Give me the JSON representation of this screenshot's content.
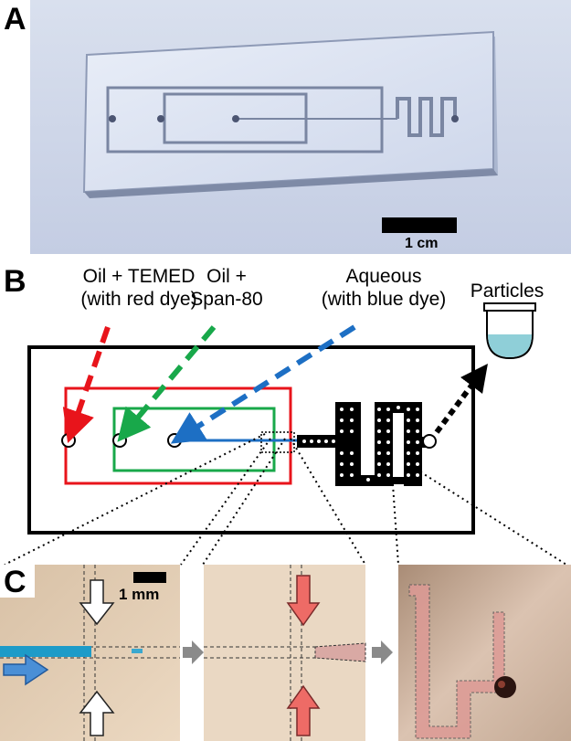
{
  "panels": {
    "a": {
      "letter": "A",
      "scale_label": "1 cm"
    },
    "b": {
      "letter": "B",
      "oil_temed_line1": "Oil + TEMED",
      "oil_temed_line2": "(with red dye)",
      "oil_span_line1": "Oil +",
      "oil_span_line2": "Span-80",
      "aqueous_line1": "Aqueous",
      "aqueous_line2": "(with blue dye)",
      "particles": "Particles"
    },
    "c": {
      "letter": "C",
      "scale_label": "1 mm"
    }
  },
  "colors": {
    "red": "#e8141b",
    "green": "#18a84a",
    "blue": "#1d6fc4",
    "photo_background": "#c9d3e6",
    "micrograph": "#e6cfb3"
  }
}
